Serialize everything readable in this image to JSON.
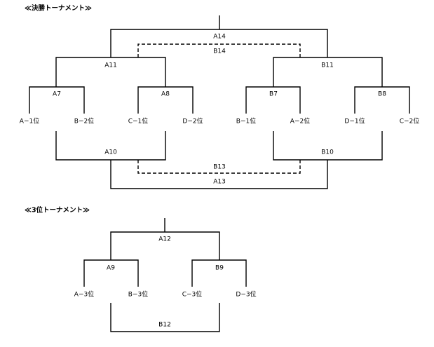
{
  "sections": {
    "final_title": "≪決勝トーナメント≫",
    "third_title": "≪3位トーナメント≫"
  },
  "final": {
    "teams": [
      "A−1位",
      "B−2位",
      "C−1位",
      "D−2位",
      "B−1位",
      "A−2位",
      "D−1位",
      "C−2位"
    ],
    "round1": [
      "A7",
      "A8",
      "B7",
      "B8"
    ],
    "semis_top": [
      "A11",
      "B11"
    ],
    "final_top": "A14",
    "final_top_b": "B14",
    "semis_bottom": [
      "A10",
      "B10"
    ],
    "final_bottom_b": "B13",
    "final_bottom": "A13"
  },
  "third": {
    "teams": [
      "A−3位",
      "B−3位",
      "C−3位",
      "D−3位"
    ],
    "round1": [
      "A9",
      "B9"
    ],
    "top": "A12",
    "bottom": "B12"
  }
}
